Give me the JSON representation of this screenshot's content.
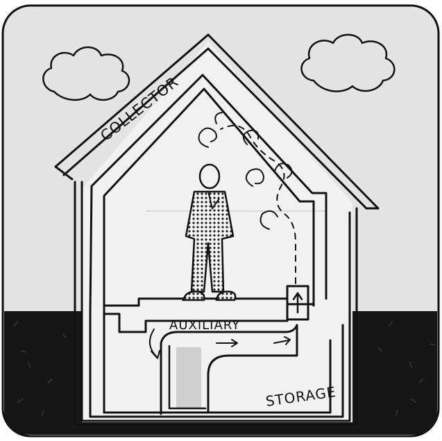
{
  "labels": {
    "collector": "COLLECTOR",
    "auxiliary": "AUXILIARY",
    "storage": "STORAGE"
  },
  "colors": {
    "sky": "#e4e4e4",
    "ground": "#161616",
    "house_interior": "#f2f2f2",
    "ink": "#111111"
  }
}
